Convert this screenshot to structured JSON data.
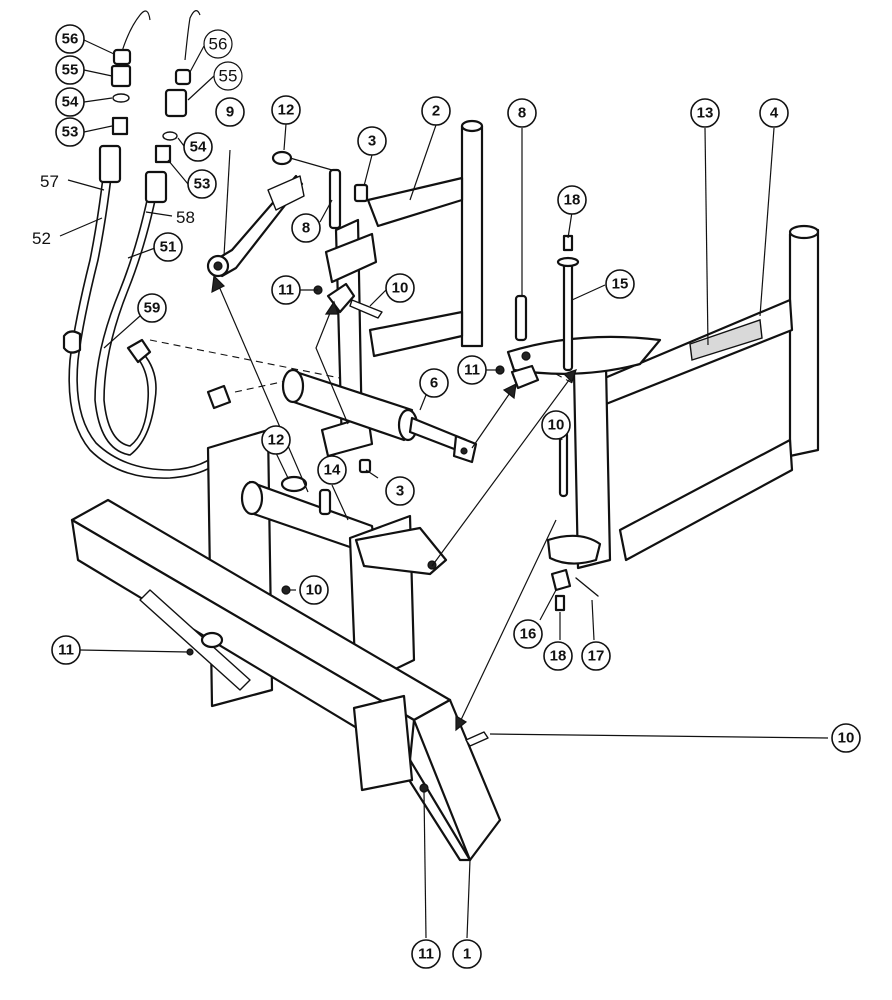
{
  "callouts": {
    "c1": "1",
    "c2": "2",
    "c3a": "3",
    "c3b": "3",
    "c4": "4",
    "c6": "6",
    "c8a": "8",
    "c8b": "8",
    "c9": "9",
    "c10a": "10",
    "c10b": "10",
    "c10c": "10",
    "c10d": "10",
    "c11a": "11",
    "c11b": "11",
    "c11c": "11",
    "c11d": "11",
    "c12a": "12",
    "c12b": "12",
    "c13": "13",
    "c14": "14",
    "c15": "15",
    "c16": "16",
    "c17": "17",
    "c18a": "18",
    "c18b": "18",
    "c51": "51",
    "c52": "52",
    "c53a": "53",
    "c53b": "53",
    "c54a": "54",
    "c54b": "54",
    "c55a": "55",
    "c55b": "55",
    "c56a": "56",
    "c56b": "56",
    "c57": "57",
    "c58": "58",
    "c59": "59"
  }
}
